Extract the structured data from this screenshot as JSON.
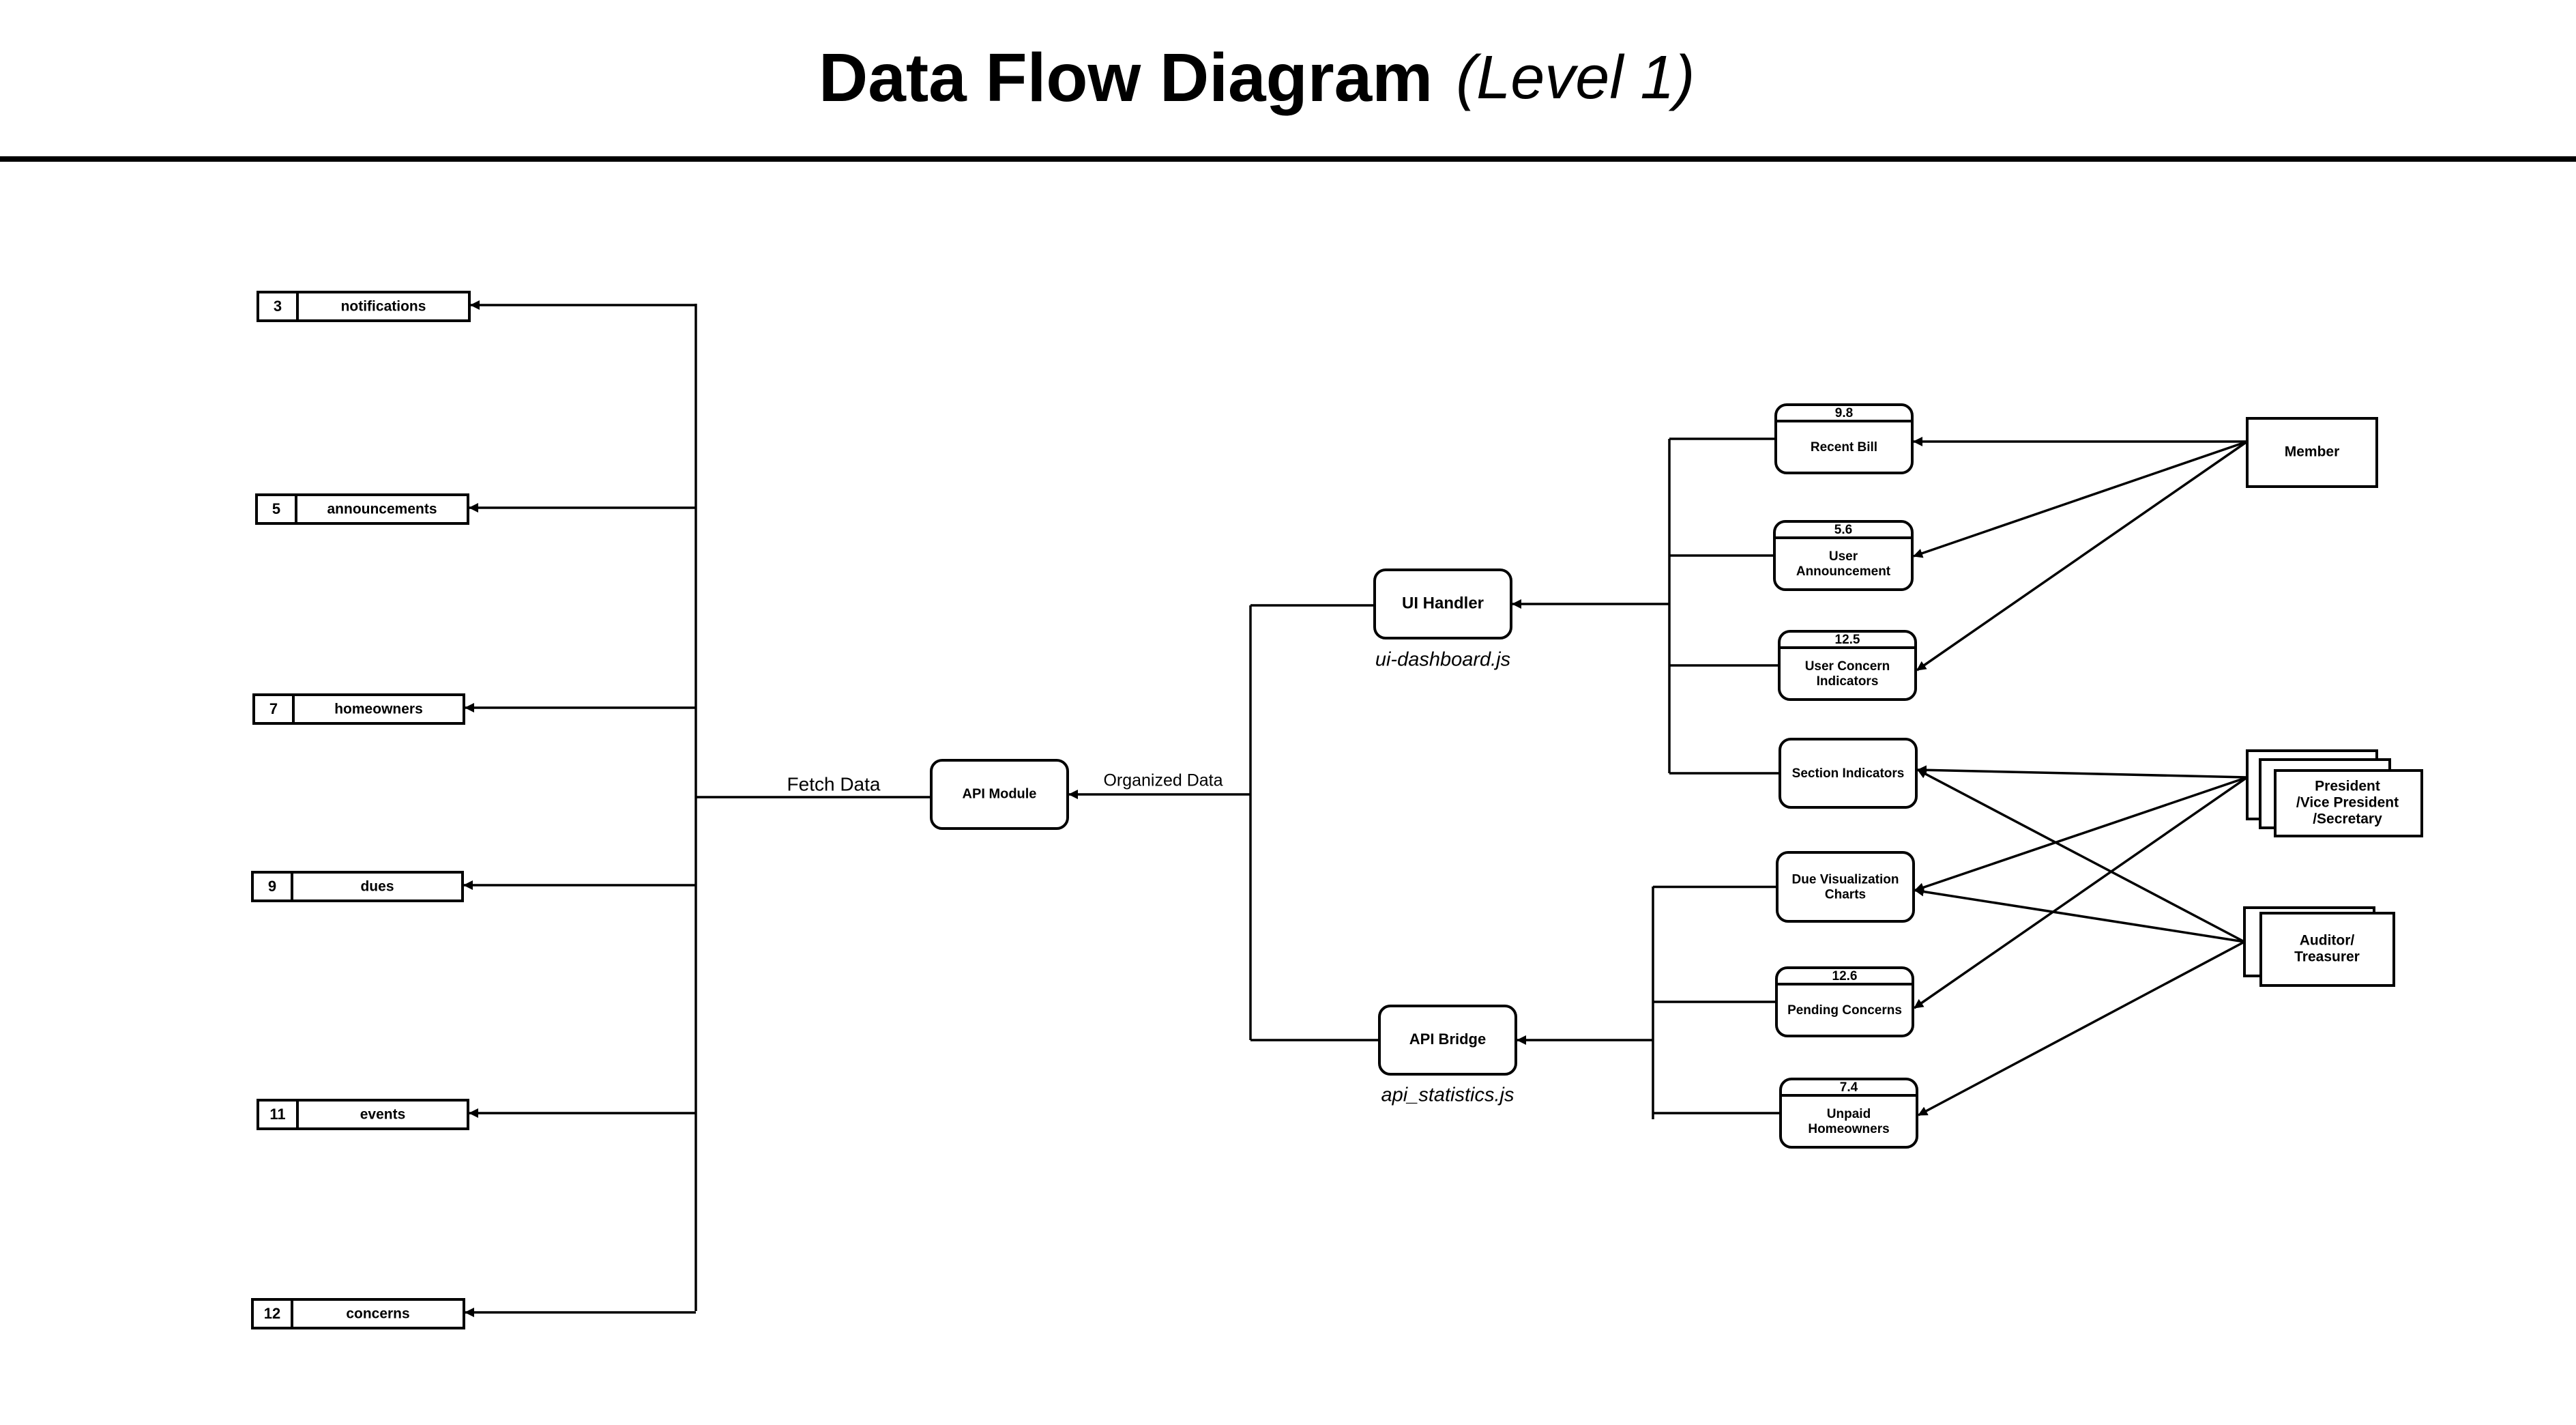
{
  "title": {
    "main": "Data Flow Diagram",
    "sub": "(Level 1)"
  },
  "data_stores": [
    {
      "id": "3",
      "name": "notifications"
    },
    {
      "id": "5",
      "name": "announcements"
    },
    {
      "id": "7",
      "name": "homeowners"
    },
    {
      "id": "9",
      "name": "dues"
    },
    {
      "id": "11",
      "name": "events"
    },
    {
      "id": "12",
      "name": "concerns"
    }
  ],
  "flows": {
    "fetch": "Fetch Data",
    "organized": "Organized Data"
  },
  "processes": {
    "api_module": "API Module",
    "ui_handler": {
      "name": "UI Handler",
      "file": "ui-dashboard.js"
    },
    "api_bridge": {
      "name": "API Bridge",
      "file": "api_statistics.js"
    }
  },
  "sub_processes": [
    {
      "key": "recent_bill",
      "number": "9.8",
      "lines": [
        "Recent Bill"
      ]
    },
    {
      "key": "user_announcement",
      "number": "5.6",
      "lines": [
        "User",
        "Announcement"
      ]
    },
    {
      "key": "user_concern",
      "number": "12.5",
      "lines": [
        "User Concern",
        "Indicators"
      ]
    },
    {
      "key": "section_indicators",
      "number": "",
      "lines": [
        "Section Indicators"
      ]
    },
    {
      "key": "due_charts",
      "number": "",
      "lines": [
        "Due Visualization",
        "Charts"
      ]
    },
    {
      "key": "pending_concerns",
      "number": "12.6",
      "lines": [
        "Pending Concerns"
      ]
    },
    {
      "key": "unpaid_homeowners",
      "number": "7.4",
      "lines": [
        "Unpaid",
        "Homeowners"
      ]
    }
  ],
  "entities": {
    "member": [
      "Member"
    ],
    "officers": [
      "President",
      "/Vice President",
      "/Secretary"
    ],
    "auditor": [
      "Auditor/",
      "Treasurer"
    ]
  }
}
